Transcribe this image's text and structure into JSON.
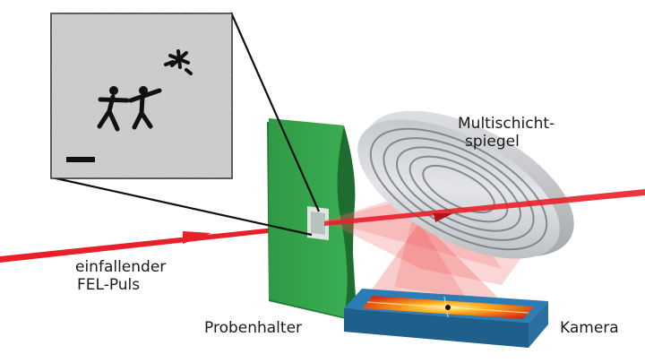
{
  "labels": {
    "incoming_pulse": [
      "einfallender",
      "FEL-Puls"
    ],
    "sample_holder": "Probenhalter",
    "mirror": [
      "Multischicht-",
      "spiegel"
    ],
    "camera": "Kamera"
  },
  "colors": {
    "beam": "#e8202a",
    "holder": "#2f9a45",
    "camera_frame": "#3a8fc9",
    "mirror": "#cfd2d6",
    "inset_bg": "#c8c8c8"
  }
}
